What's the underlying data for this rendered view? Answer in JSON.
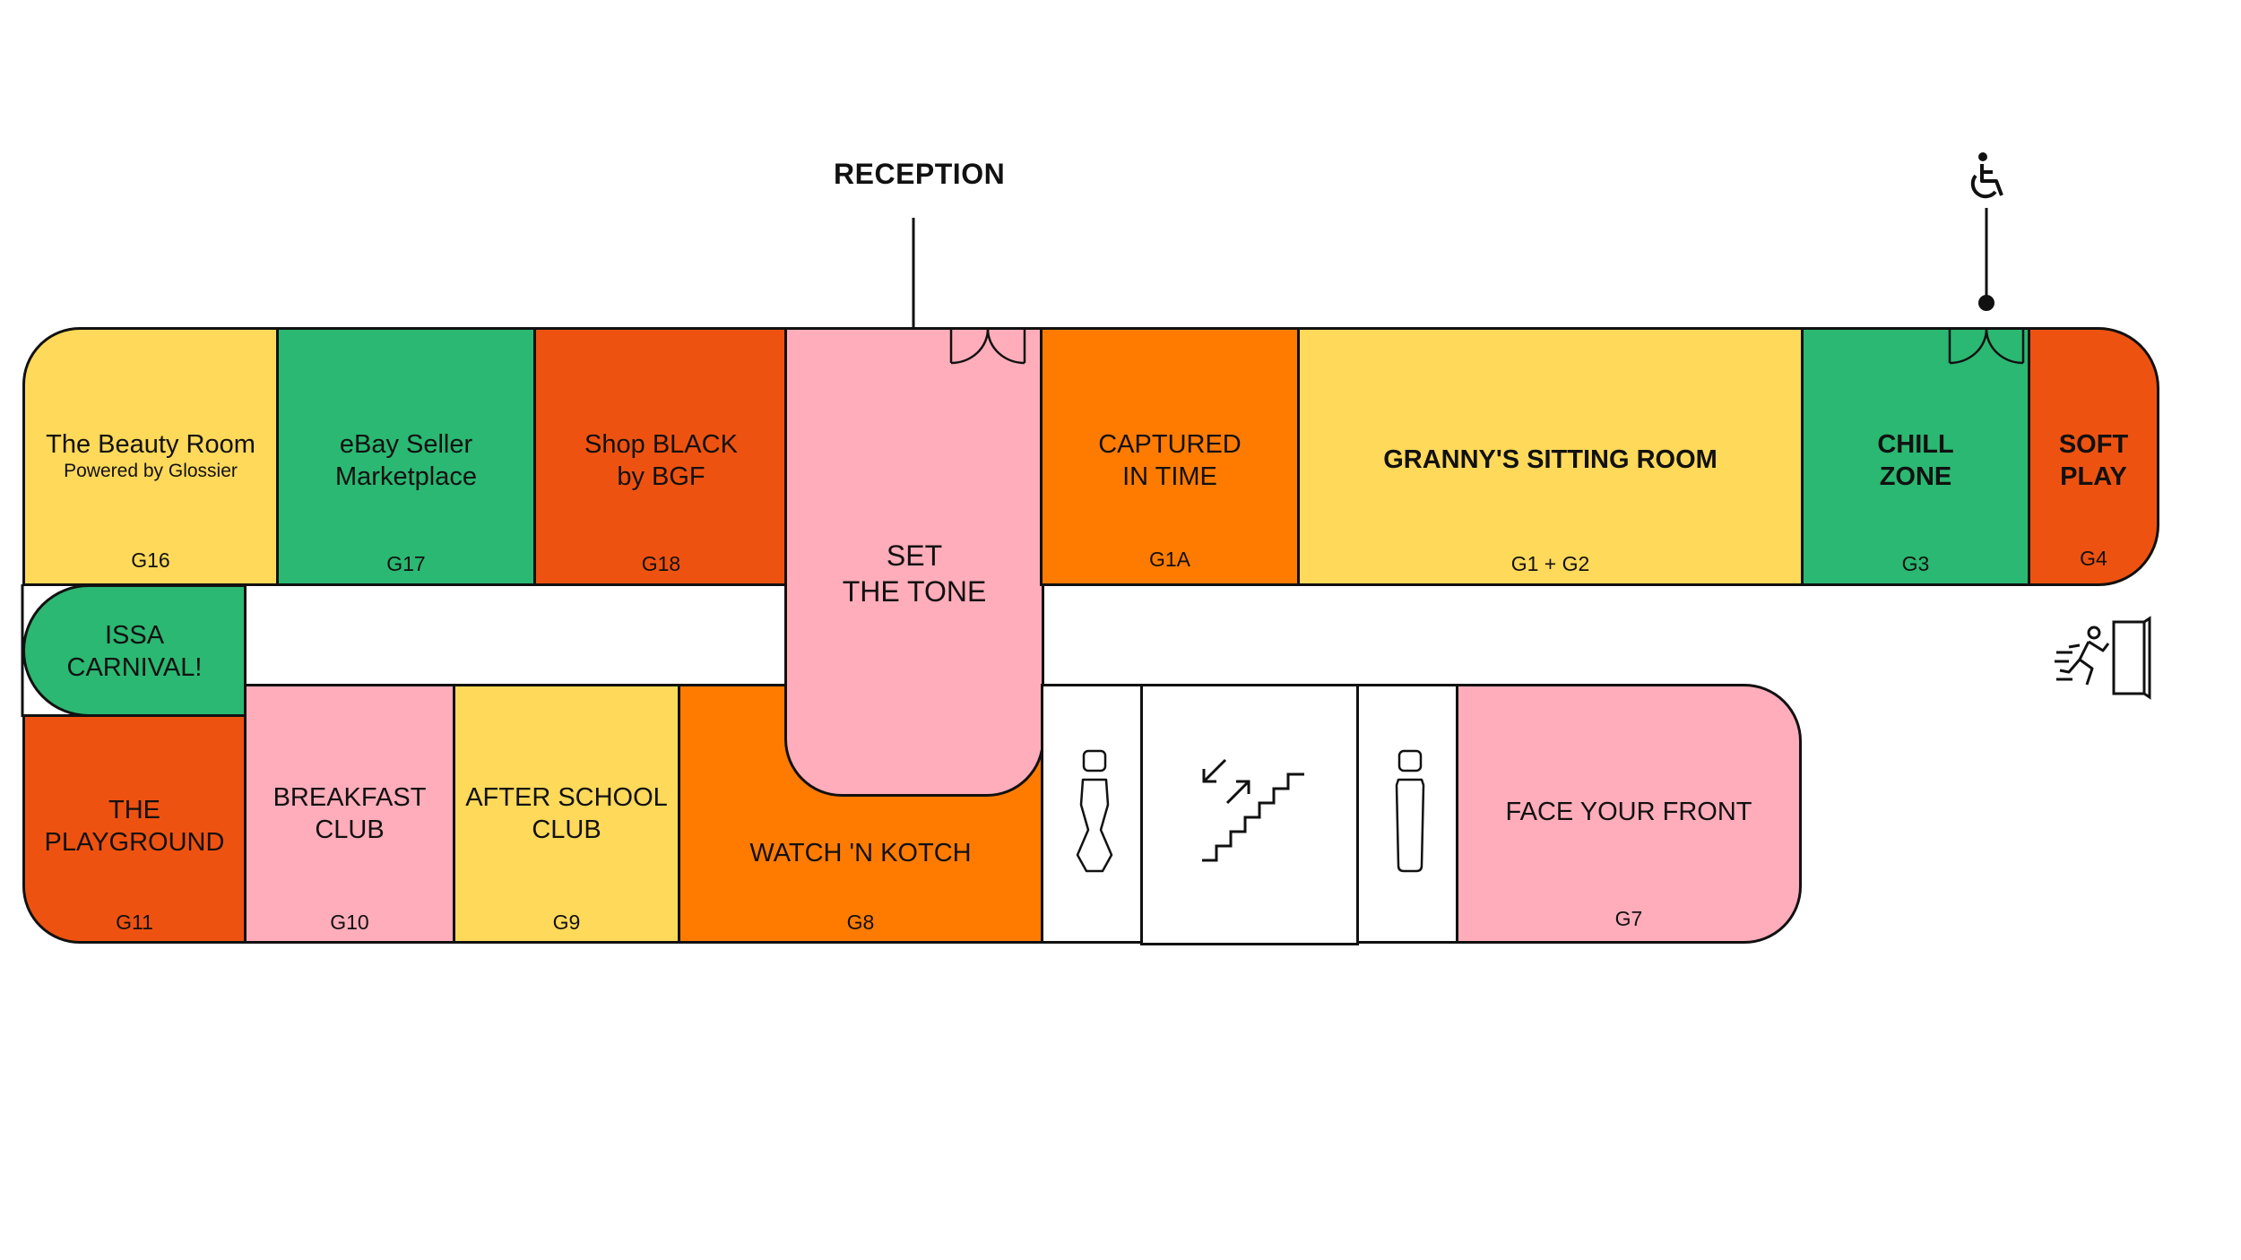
{
  "colors": {
    "yellow": "#FFD95A",
    "green": "#2BB872",
    "red_orange": "#EE5211",
    "orange": "#FF7B00",
    "pink": "#FFADBA",
    "outline": "#111111"
  },
  "labels": {
    "reception": "RECEPTION"
  },
  "icons": [
    "wheelchair-accessible-icon",
    "emergency-exit-icon",
    "female-toilet-icon",
    "stairs-icon",
    "male-toilet-icon",
    "double-door-icon"
  ],
  "rooms": {
    "beauty_room": {
      "name": "The Beauty Room",
      "sub": "Powered by Glossier",
      "code": "G16"
    },
    "ebay": {
      "name1": "eBay Seller",
      "name2": "Marketplace",
      "code": "G17"
    },
    "shop_black": {
      "name1": "Shop BLACK",
      "name2": "by BGF",
      "code": "G18"
    },
    "set_the_tone": {
      "name1": "SET",
      "name2": "THE TONE"
    },
    "captured": {
      "name1": "CAPTURED",
      "name2": "IN TIME",
      "code": "G1A"
    },
    "granny": {
      "name": "GRANNY'S SITTING ROOM",
      "code": "G1 + G2"
    },
    "chill": {
      "name1": "CHILL",
      "name2": "ZONE",
      "code": "G3"
    },
    "soft_play": {
      "name1": "SOFT",
      "name2": "PLAY",
      "code": "G4"
    },
    "issa": {
      "name1": "ISSA",
      "name2": "CARNIVAL!"
    },
    "playground": {
      "name1": "THE",
      "name2": "PLAYGROUND",
      "code": "G11"
    },
    "breakfast": {
      "name1": "BREAKFAST",
      "name2": "CLUB",
      "code": "G10"
    },
    "after_school": {
      "name1": "AFTER SCHOOL",
      "name2": "CLUB",
      "code": "G9"
    },
    "watch": {
      "name": "WATCH 'N KOTCH",
      "code": "G8"
    },
    "face": {
      "name": "FACE YOUR FRONT",
      "code": "G7"
    }
  }
}
